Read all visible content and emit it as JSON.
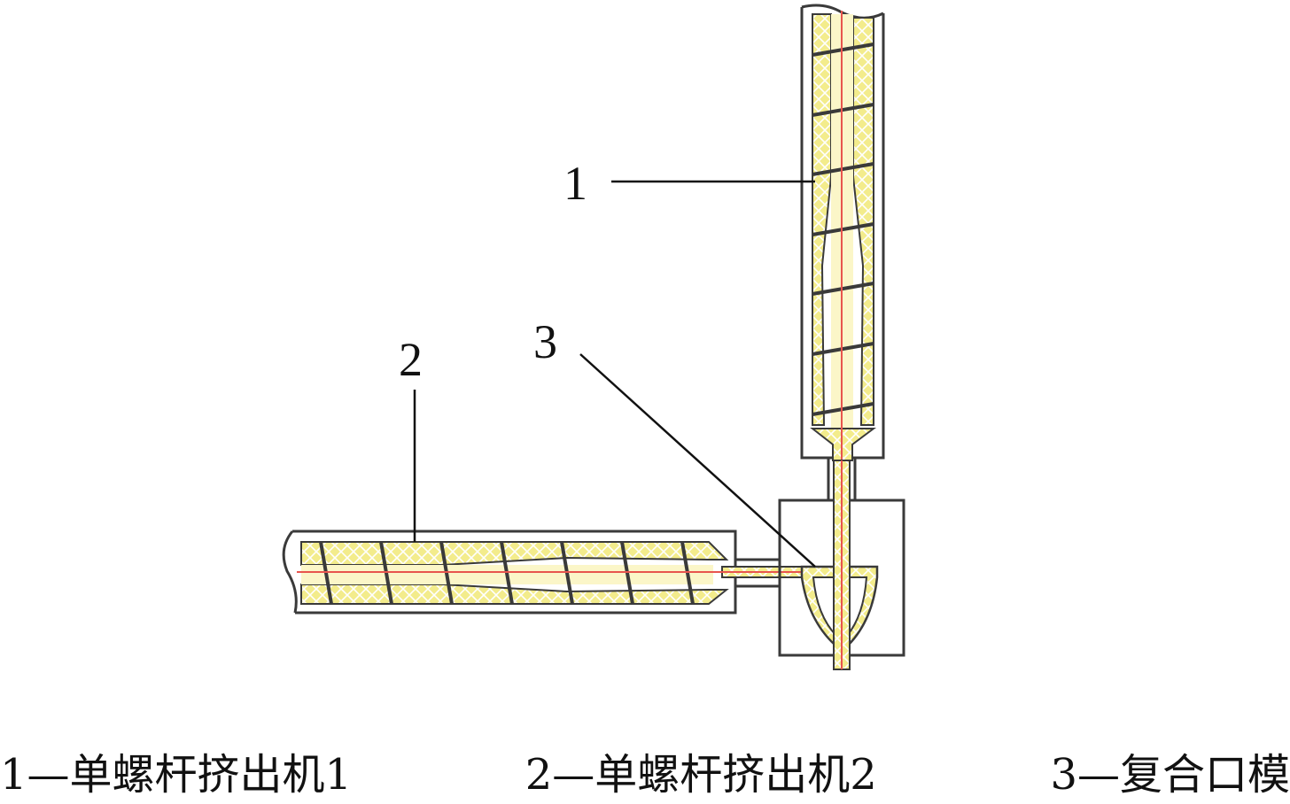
{
  "labels": {
    "n1": "1",
    "n2": "2",
    "n3": "3"
  },
  "caption": {
    "item1": "1—单螺杆挤出机1",
    "item2": "2—单螺杆挤出机2",
    "item3": "3—复合口模"
  },
  "colors": {
    "outline": "#3a3a3a",
    "melt_fill": "#f3ec8c",
    "melt_cross": "#ffffff",
    "axis_line": "#e8554e",
    "leader": "#111111"
  }
}
